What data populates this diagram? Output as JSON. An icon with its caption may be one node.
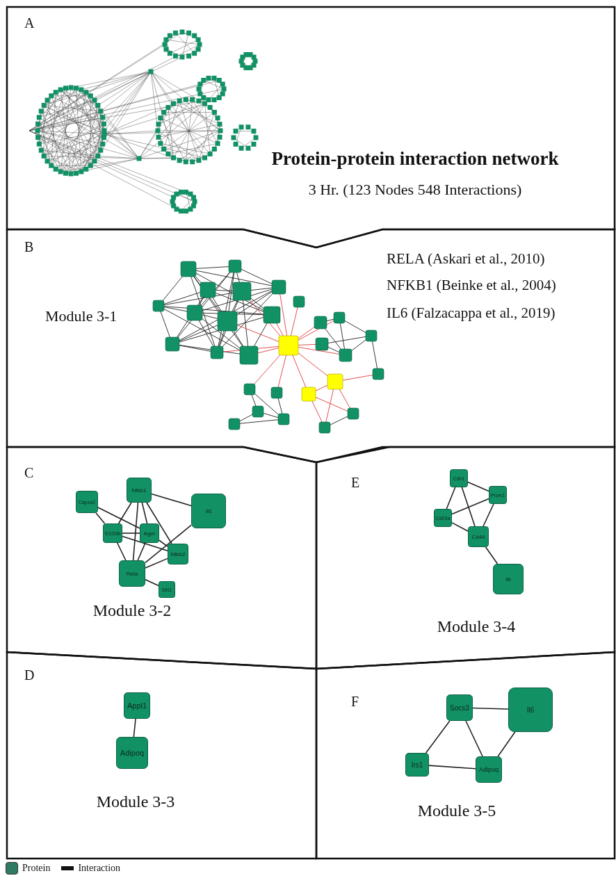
{
  "diagram": {
    "nodes": [
      {
        "text": [
          "A",
          "Protein-protein interaction network",
          "3 Hr. (123 Nodes 548 Interactions)"
        ]
      },
      {
        "text": [
          "B",
          "Module 3-1",
          "RELA (Askari et al., 2010)",
          "NFKB1 (Beinke et al., 2004)",
          "IL6 (Falzacappa et al., 2019)"
        ]
      },
      {
        "text": [
          "C",
          "Module 3-2"
        ]
      },
      {
        "text": [
          "Capza2"
        ],
        "in": 2
      },
      {
        "text": [
          "Nfkb1"
        ],
        "in": 2
      },
      {
        "text": [
          "Il6"
        ],
        "in": 2
      },
      {
        "text": [
          "S100b"
        ],
        "in": 2
      },
      {
        "text": [
          "Ager"
        ],
        "in": 2
      },
      {
        "text": [
          "Nfkb2"
        ],
        "in": 2
      },
      {
        "text": [
          "Rela"
        ],
        "in": 2
      },
      {
        "text": [
          "Sirt1"
        ],
        "in": 2
      },
      {
        "text": [
          "E",
          "Module 3-4"
        ]
      },
      {
        "text": [
          "Cdh1"
        ],
        "in": 11
      },
      {
        "text": [
          "Prom1"
        ],
        "in": 11
      },
      {
        "text": [
          "Cd24a"
        ],
        "in": 11
      },
      {
        "text": [
          "Cd44"
        ],
        "in": 11
      },
      {
        "text": [
          "Il6"
        ],
        "in": 11
      },
      {
        "text": [
          "D",
          "Module 3-3"
        ]
      },
      {
        "text": [
          "Appl1"
        ],
        "in": 17
      },
      {
        "text": [
          "Adipoq"
        ],
        "in": 17
      },
      {
        "text": [
          "F",
          "Module 3-5"
        ]
      },
      {
        "text": [
          "Socs3"
        ],
        "in": 20
      },
      {
        "text": [
          "Il6"
        ],
        "in": 20
      },
      {
        "text": [
          "Irs1"
        ],
        "in": 20
      },
      {
        "text": [
          "Adipoq"
        ],
        "in": 20
      }
    ],
    "edges": [
      {
        "from": 4,
        "to": 5,
        "arrow": "none"
      },
      {
        "from": 4,
        "to": 6,
        "arrow": "none"
      },
      {
        "from": 4,
        "to": 7,
        "arrow": "none"
      },
      {
        "from": 4,
        "to": 9,
        "arrow": "none"
      },
      {
        "from": 4,
        "to": 8,
        "arrow": "none"
      },
      {
        "from": 3,
        "to": 6,
        "arrow": "none"
      },
      {
        "from": 3,
        "to": 7,
        "arrow": "none"
      },
      {
        "from": 6,
        "to": 7,
        "arrow": "none"
      },
      {
        "from": 6,
        "to": 8,
        "arrow": "none"
      },
      {
        "from": 6,
        "to": 9,
        "arrow": "none"
      },
      {
        "from": 7,
        "to": 9,
        "arrow": "none"
      },
      {
        "from": 7,
        "to": 8,
        "arrow": "none"
      },
      {
        "from": 9,
        "to": 8,
        "arrow": "none"
      },
      {
        "from": 9,
        "to": 5,
        "arrow": "none"
      },
      {
        "from": 9,
        "to": 10,
        "arrow": "none"
      },
      {
        "from": 12,
        "to": 13,
        "arrow": "none"
      },
      {
        "from": 12,
        "to": 14,
        "arrow": "none"
      },
      {
        "from": 12,
        "to": 15,
        "arrow": "none"
      },
      {
        "from": 13,
        "to": 14,
        "arrow": "none"
      },
      {
        "from": 13,
        "to": 15,
        "arrow": "none"
      },
      {
        "from": 14,
        "to": 15,
        "arrow": "none"
      },
      {
        "from": 15,
        "to": 16,
        "arrow": "none"
      },
      {
        "from": 18,
        "to": 19,
        "arrow": "none"
      },
      {
        "from": 21,
        "to": 22,
        "arrow": "none"
      },
      {
        "from": 21,
        "to": 23,
        "arrow": "none"
      },
      {
        "from": 21,
        "to": 24,
        "arrow": "none"
      },
      {
        "from": 23,
        "to": 24,
        "arrow": "none"
      },
      {
        "from": 24,
        "to": 22,
        "arrow": "none"
      }
    ],
    "legend": [
      {
        "text": "Protein",
        "color": "#2e7a62"
      },
      {
        "text": "Interaction"
      }
    ]
  }
}
